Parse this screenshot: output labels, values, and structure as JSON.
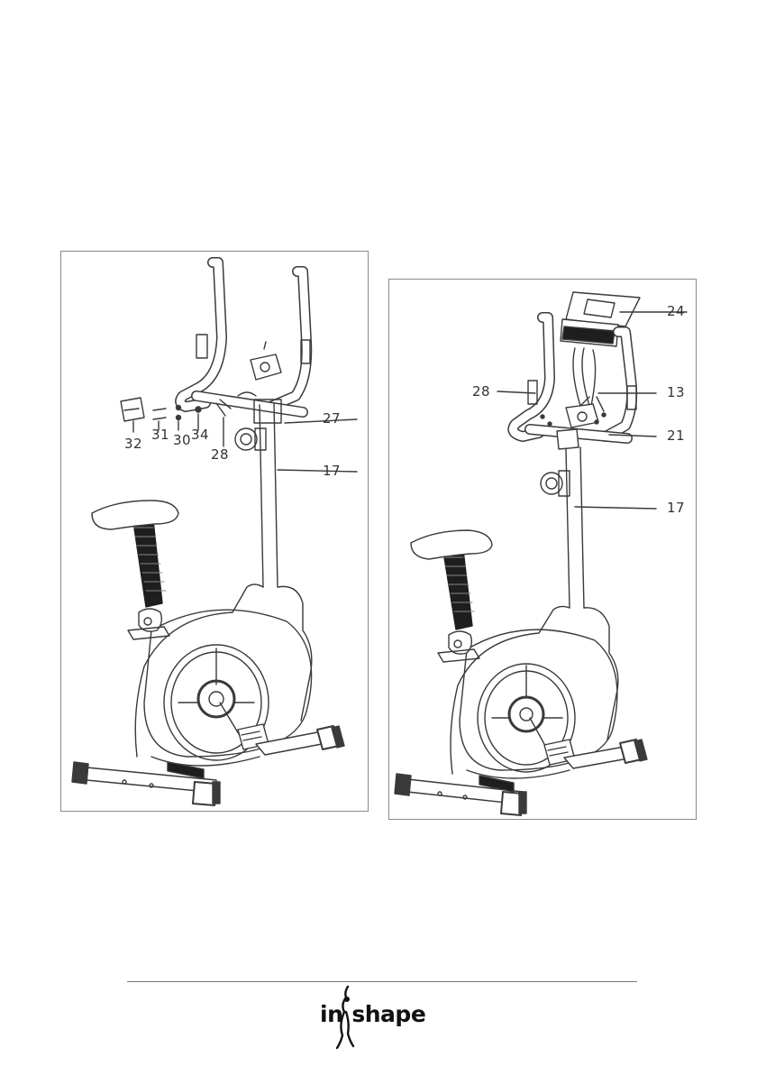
{
  "figures": [
    {
      "callouts": {
        "p27": "27",
        "p17": "17",
        "p32": "32",
        "p31": "31",
        "p30": "30",
        "p34": "34",
        "p28": "28"
      }
    },
    {
      "callouts": {
        "p24": "24",
        "p28": "28",
        "p13": "13",
        "p21": "21",
        "p17": "17"
      }
    }
  ],
  "footer": {
    "brand_left": "in",
    "brand_right": "shape"
  },
  "colors": {
    "line": "#3a3a3a",
    "border": "#8a8a8a",
    "dark_fill": "#1e1e1e"
  }
}
